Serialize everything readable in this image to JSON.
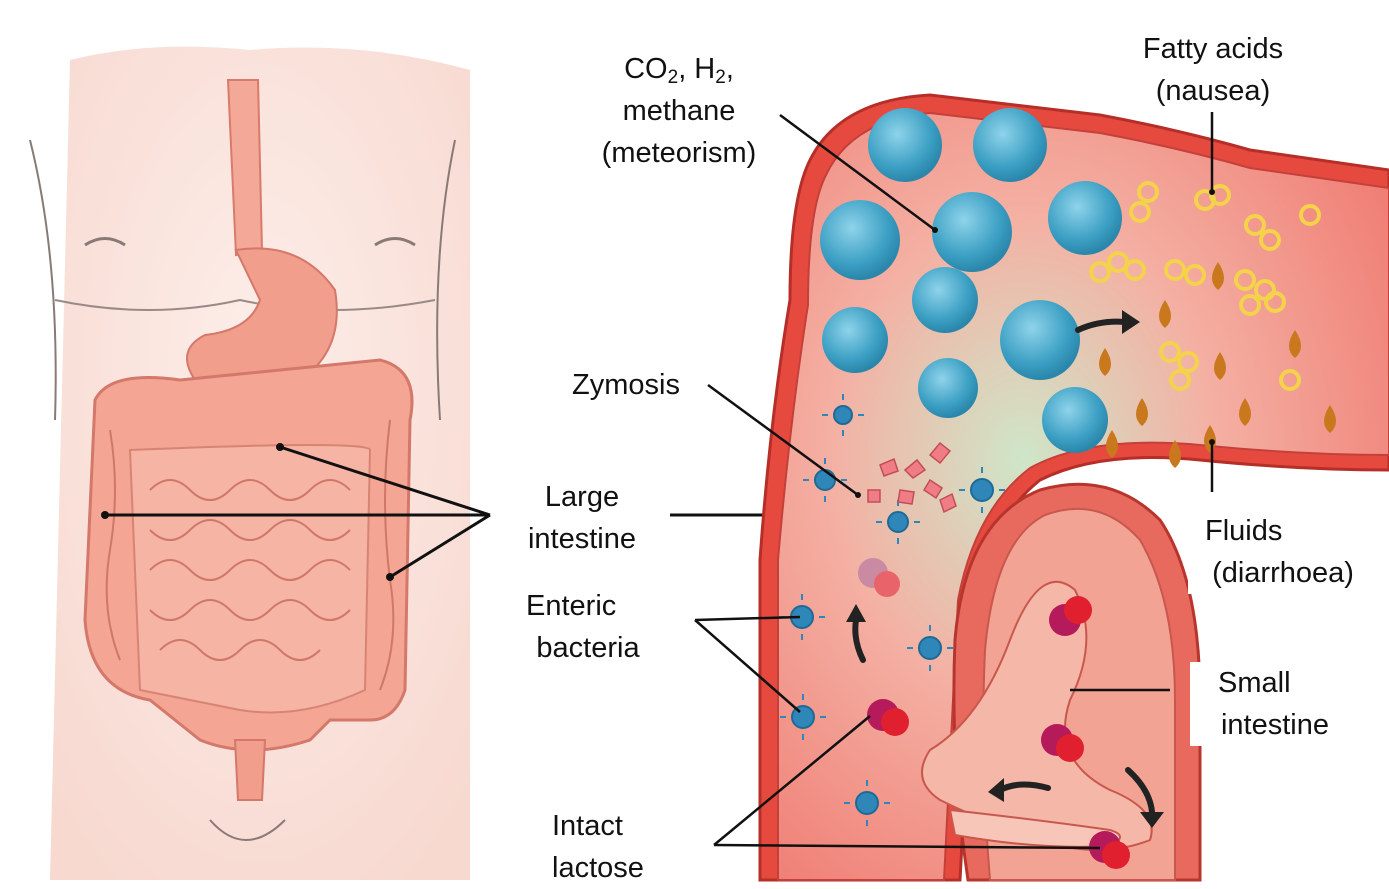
{
  "labels": {
    "gases": {
      "line1_a": "CO",
      "line1_sub_a": "2",
      "line1_b": ", H",
      "line1_sub_b": "2",
      "line1_c": ",",
      "line2": "methane",
      "line3": "(meteorism)"
    },
    "fatty_acids": {
      "line1": "Fatty acids",
      "line2": "(nausea)"
    },
    "zymosis": "Zymosis",
    "large_intestine": {
      "line1": "Large",
      "line2": "intestine"
    },
    "fluids": {
      "line1": "Fluids",
      "line2": "(diarrhoea)"
    },
    "enteric_bacteria": {
      "line1": "Enteric",
      "line2": "bacteria"
    },
    "small_intestine": {
      "line1": "Small",
      "line2": "intestine"
    },
    "intact_lactose": {
      "line1": "Intact",
      "line2": "lactose"
    }
  },
  "colors": {
    "skin": "#fbe3dc",
    "organ": "#f2a08f",
    "wall": "#e0463e",
    "lumen": "#f58c82",
    "gas_bubble": "#4aa8c8",
    "fatty_acid": "#f4d24a",
    "fluid_drop": "#c9781e",
    "bacteria": "#2f86b8",
    "lactose": "#b51a5a"
  }
}
